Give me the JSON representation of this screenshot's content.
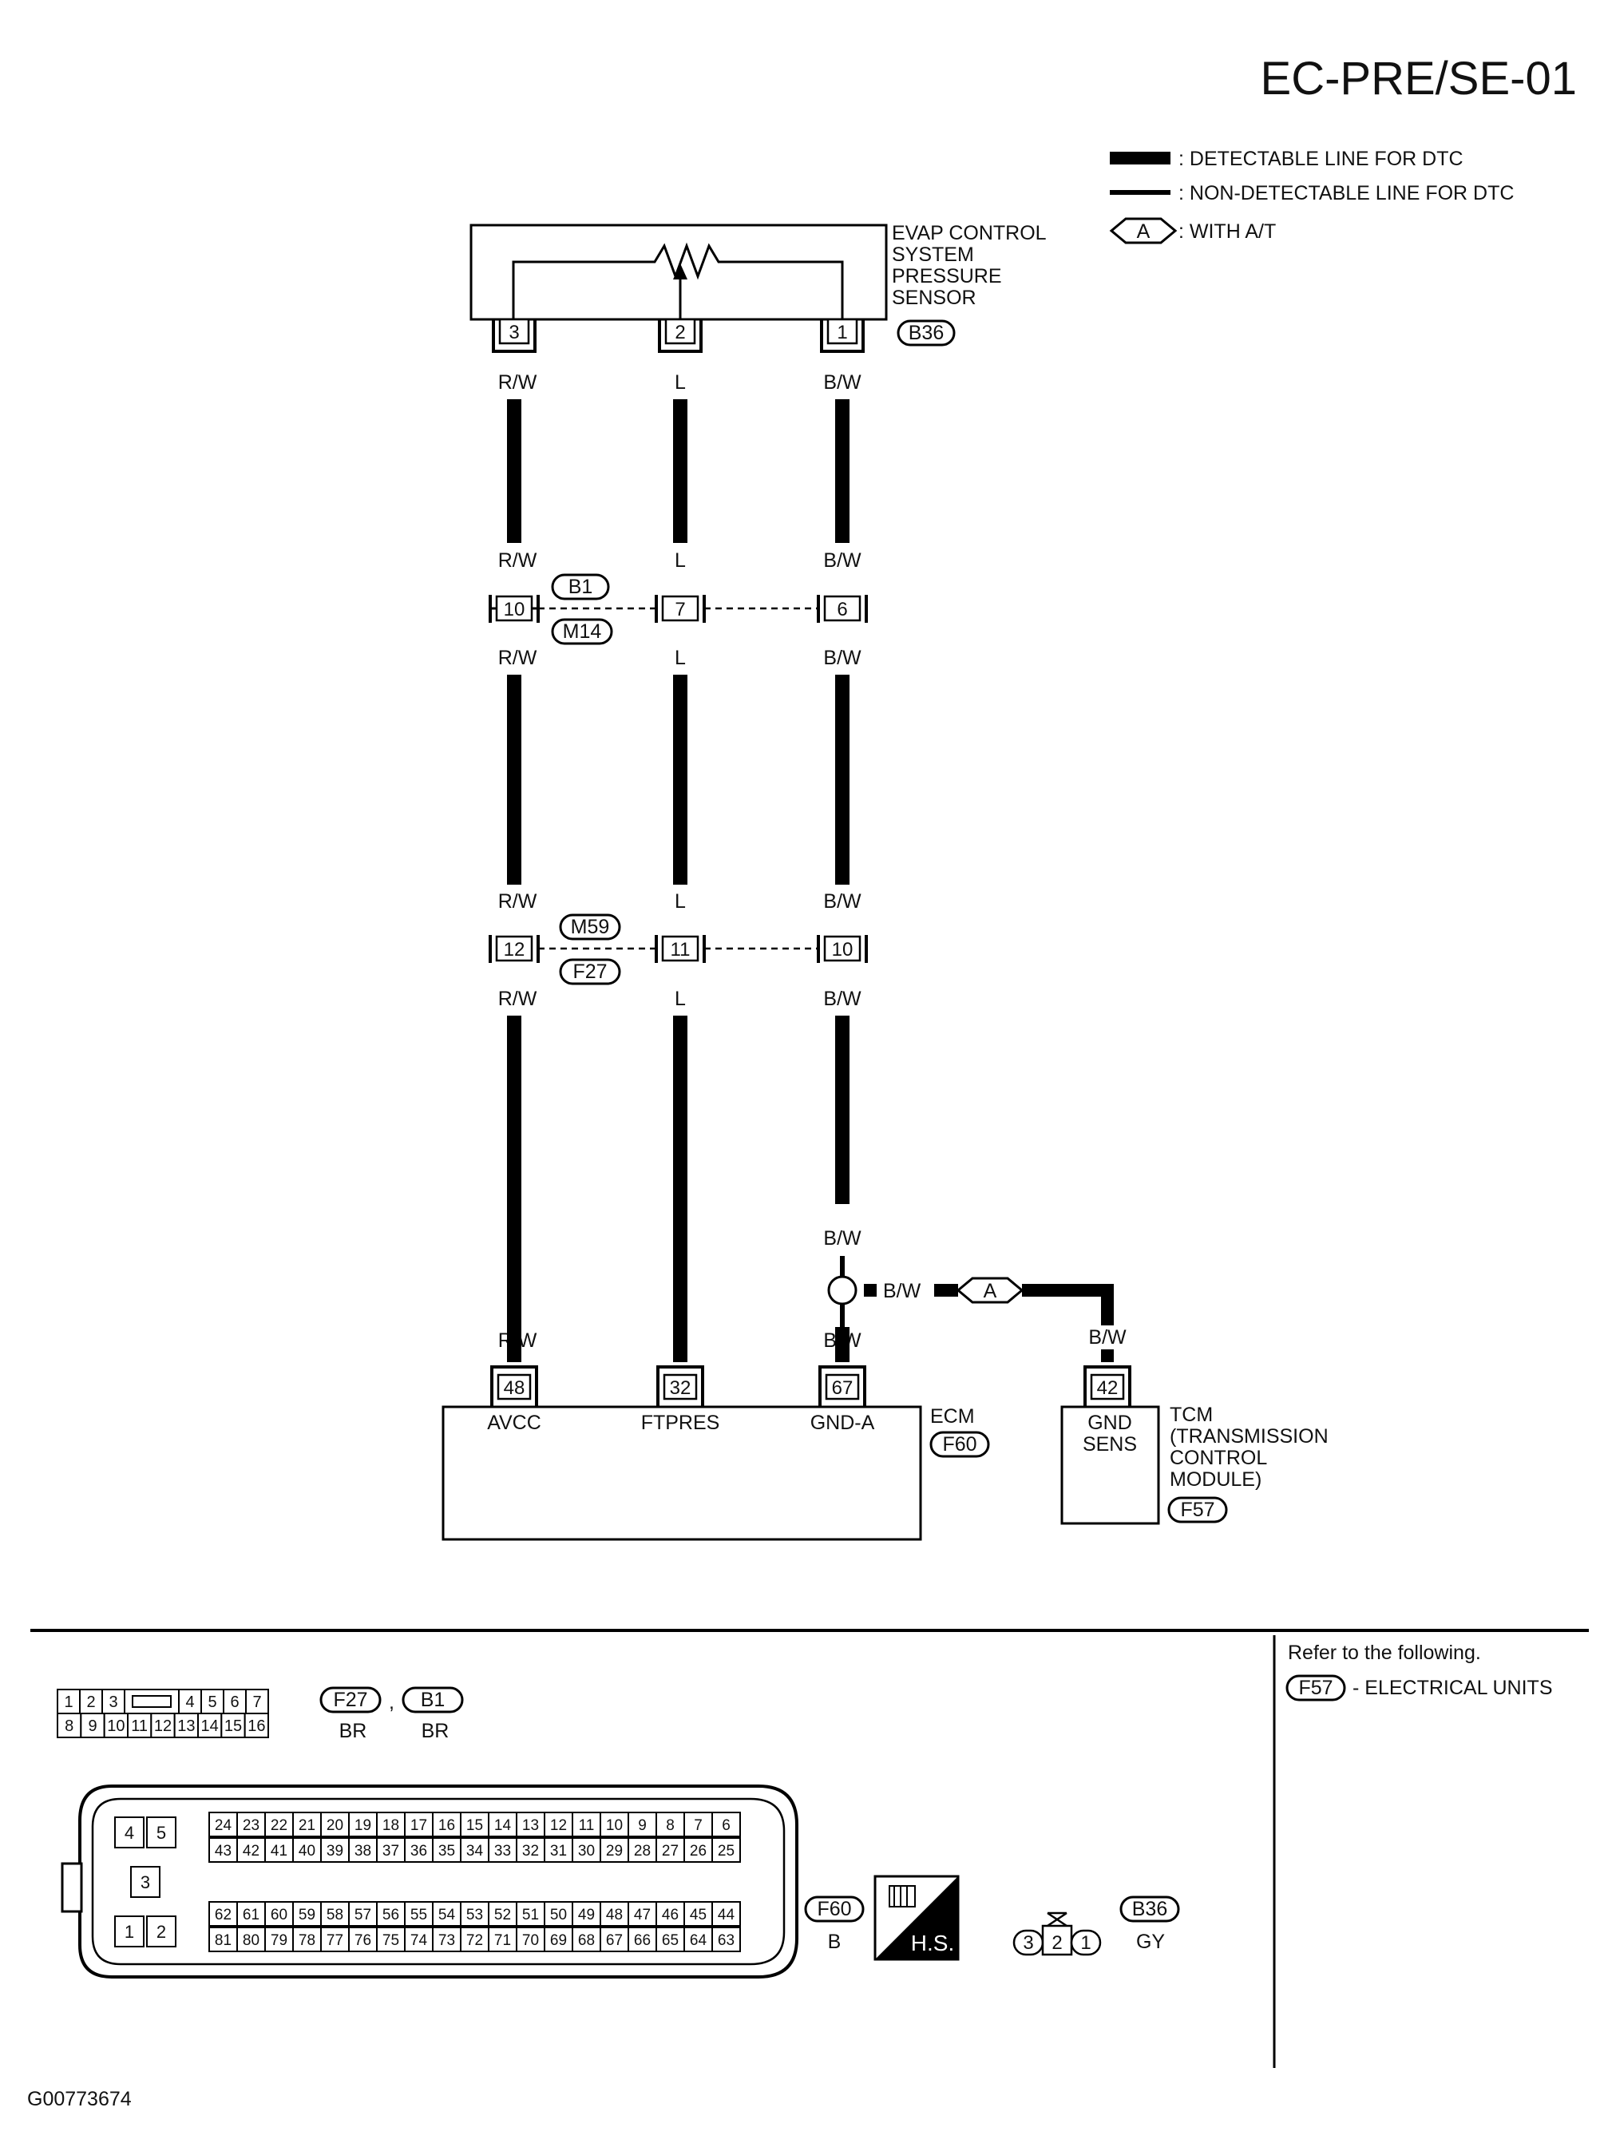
{
  "page_title": "EC-PRE/SE-01",
  "legend": {
    "detectable": ": DETECTABLE LINE FOR DTC",
    "non_detectable": ": NON-DETECTABLE LINE FOR DTC",
    "option_symbol": "A",
    "option_text": ": WITH A/T"
  },
  "sensor": {
    "name_lines": [
      "EVAP CONTROL",
      "SYSTEM",
      "PRESSURE",
      "SENSOR"
    ],
    "connector": "B36",
    "pins": [
      "3",
      "2",
      "1"
    ]
  },
  "wires": {
    "left": "R/W",
    "middle": "L",
    "right": "B/W"
  },
  "joint1": {
    "pins": [
      "10",
      "7",
      "6"
    ],
    "connector_top": "B1",
    "connector_bottom": "M14"
  },
  "joint2": {
    "pins": [
      "12",
      "11",
      "10"
    ],
    "connector_top": "M59",
    "connector_bottom": "F27"
  },
  "branch": {
    "wire": "B/W",
    "option": "A"
  },
  "ecm": {
    "name": "ECM",
    "connector": "F60",
    "pins": [
      "48",
      "32",
      "67"
    ],
    "terminals": [
      "AVCC",
      "FTPRES",
      "GND-A"
    ]
  },
  "tcm": {
    "name_lines": [
      "TCM",
      "(TRANSMISSION",
      "CONTROL",
      "MODULE)"
    ],
    "connector": "F57",
    "pin": "42",
    "terminal_lines": [
      "GND",
      "SENS"
    ]
  },
  "reference": {
    "title": "Refer to the following.",
    "connector": "F57",
    "text": "- ELECTRICAL UNITS"
  },
  "connector_views": {
    "c16": {
      "top": [
        "1",
        "2",
        "3",
        "",
        "4",
        "5",
        "6",
        "7"
      ],
      "bottom": [
        "8",
        "9",
        "10",
        "11",
        "12",
        "13",
        "14",
        "15",
        "16"
      ],
      "ids": [
        "F27",
        "B1"
      ],
      "sep": ",",
      "colors": [
        "BR",
        "BR"
      ]
    },
    "ecm": {
      "row1": [
        "24",
        "23",
        "22",
        "21",
        "20",
        "19",
        "18",
        "17",
        "16",
        "15",
        "14",
        "13",
        "12",
        "11",
        "10",
        "9",
        "8",
        "7",
        "6"
      ],
      "row2": [
        "43",
        "42",
        "41",
        "40",
        "39",
        "38",
        "37",
        "36",
        "35",
        "34",
        "33",
        "32",
        "31",
        "30",
        "29",
        "28",
        "27",
        "26",
        "25"
      ],
      "row3": [
        "62",
        "61",
        "60",
        "59",
        "58",
        "57",
        "56",
        "55",
        "54",
        "53",
        "52",
        "51",
        "50",
        "49",
        "48",
        "47",
        "46",
        "45",
        "44"
      ],
      "row4": [
        "81",
        "80",
        "79",
        "78",
        "77",
        "76",
        "75",
        "74",
        "73",
        "72",
        "71",
        "70",
        "69",
        "68",
        "67",
        "66",
        "65",
        "64",
        "63"
      ],
      "left_pins": [
        "4",
        "5",
        "3",
        "1",
        "2"
      ],
      "id": "F60",
      "color": "B",
      "hs": "H.S."
    },
    "b36": {
      "pins": [
        "3",
        "2",
        "1"
      ],
      "id": "B36",
      "color": "GY"
    }
  },
  "footer_code": "G00773674"
}
